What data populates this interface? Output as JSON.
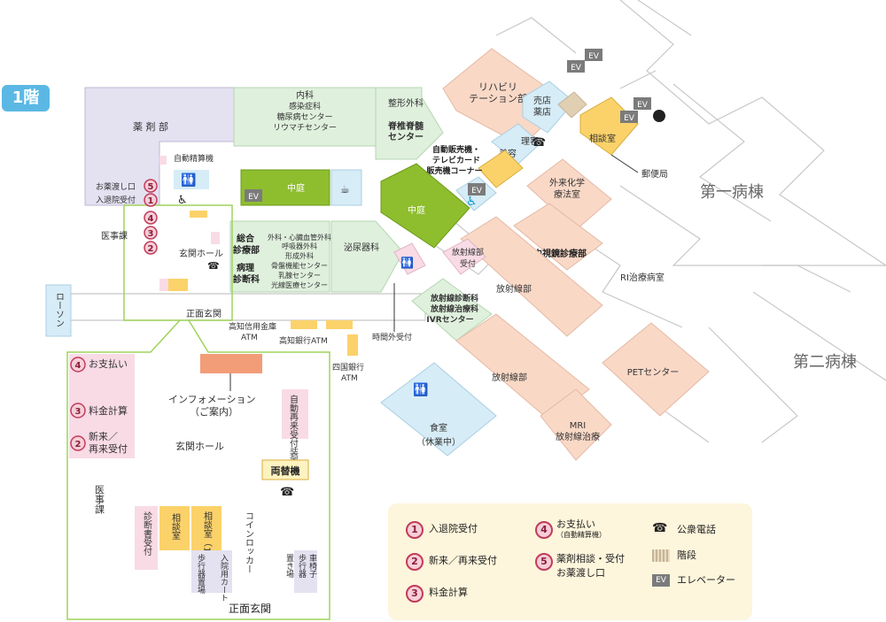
{
  "floor_label": "1階",
  "labels": {
    "yakuzai": "薬 剤 部",
    "jidou_seisan": "自動精算機",
    "okusuri_top": "お薬渡し口",
    "nyutai_top": "入退院受付",
    "ijika_top": "医事課",
    "genkan_hall_top": "玄関ホール",
    "shomen_genkan_top": "正面玄関",
    "lawson": "ローソン",
    "naika_1": "内科",
    "naika_2": "感染症科",
    "naika_3": "糖尿病センター",
    "naika_4": "リウマチセンター",
    "seikei_1": "整形外科",
    "seikei_2": "脊椎脊髄",
    "seikei_3": "センター",
    "rehab_1": "リハビリ",
    "rehab_2": "テーション部",
    "baiten_1": "売店",
    "baiten_2": "薬店",
    "riyo_1": "理容",
    "riyo_2": "美容",
    "soudan": "相談室",
    "yubin": "郵便局",
    "jihan_1": "自動販売機・",
    "jihan_2": "テレビカード",
    "jihan_3": "販売機コーナー",
    "nakaniwa_1": "中庭",
    "nakaniwa_2": "中庭",
    "sogo_1": "総合",
    "sogo_2": "診療部",
    "byori_1": "病理",
    "byori_2": "診断科",
    "geka_1": "外科・心臓血管外科",
    "geka_2": "呼吸器外科",
    "geka_3": "形成外科",
    "geka_4": "骨盤機能センター",
    "geka_5": "乳腺センター",
    "geka_6": "光線医療センター",
    "hinyo": "泌尿器科",
    "hoshasen_uketsuke_1": "放射線部",
    "hoshasen_uketsuke_2": "受付",
    "hoshasen_bu_1": "放射線部",
    "hoshasen_bu_2": "放射線部",
    "gairai_kagaku_1": "外来化学",
    "gairai_kagaku_2": "療法室",
    "naishikyo": "内視鏡診療部",
    "ri": "RI治療病室",
    "ivr_1": "放射線診断科",
    "ivr_2": "放射線治療科",
    "ivr_3": "IVRセンター",
    "pet": "PETセンター",
    "mri_1": "MRI",
    "mri_2": "放射線治療",
    "daiichi": "第一病棟",
    "daini": "第二病棟",
    "shokudo_1": "食室",
    "shokudo_2": "（休業中）",
    "jikangai": "時間外受付",
    "kochi_shinkin_1": "高知信用金庫",
    "kochi_shinkin_2": "ATM",
    "kochi_ginko": "高知銀行ATM",
    "shikoku_1": "四国銀行",
    "shikoku_2": "ATM",
    "ev": "EV",
    "info_1": "インフォメーション",
    "info_2": "（ご案内）",
    "genkan_hall": "玄関ホール",
    "oshiharai": "お支払い",
    "ryokin": "料金計算",
    "shinrai_1": "新来／",
    "shinrai_2": "再来受付",
    "ijika": "医事課",
    "ryogae": "両替機",
    "saiuketsuke": "自動再来受付装置",
    "shindansho": "診断書受付",
    "soudanshitsu": "相談室",
    "soudanshitsu1": "相談室（1）",
    "coin": "コインロッカー",
    "nyuin_cart": "入院用カート",
    "hokouki": "歩行器置場",
    "kurumaisu_1": "車椅子",
    "kurumaisu_2": "歩行器",
    "kurumaisu_3": "置き場",
    "shomen_genkan": "正面玄関"
  },
  "markers": [
    "5",
    "1",
    "4",
    "3",
    "2"
  ],
  "detail_markers": [
    "4",
    "3",
    "2"
  ],
  "legend": {
    "item1": {
      "num": "1",
      "text": "入退院受付"
    },
    "item2": {
      "num": "2",
      "text": "新来／再来受付"
    },
    "item3": {
      "num": "3",
      "text": "料金計算"
    },
    "item4": {
      "num": "4",
      "text": "お支払い",
      "sub": "（自動精算機）"
    },
    "item5": {
      "num": "5",
      "text": "薬剤相談・受付",
      "text2": "お薬渡し口"
    },
    "phone": "公衆電話",
    "stairs": "階段",
    "elevator": "エレベーター",
    "ev": "EV"
  },
  "icons": [
    "phone-icon",
    "restroom-icon",
    "wheelchair-icon",
    "elevator-icon",
    "coffee-icon",
    "post-icon"
  ],
  "colors": {
    "pink": "#f9dbe6",
    "green_light": "#dff0dd",
    "green_dark": "#8ebd2e",
    "blue_light": "#d6ecf7",
    "peach": "#f9d8c6",
    "yellow": "#fbd26a",
    "lavender": "#e4e1f1",
    "orange": "#f39c78",
    "highlight": "#9fd35b"
  }
}
